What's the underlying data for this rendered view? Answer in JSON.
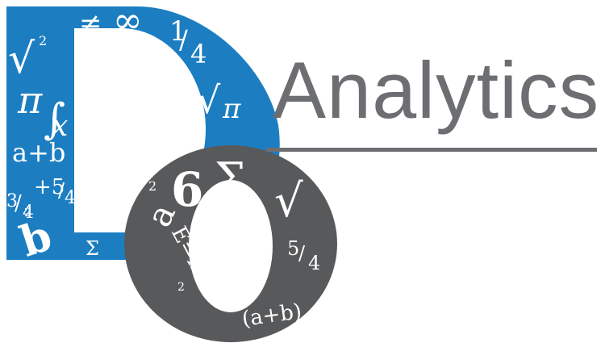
{
  "brand": {
    "wordmark": "Analytics",
    "logo_lettering": {
      "d_letter": "D",
      "o_letter": "O",
      "symbols_on_d": [
        "≠",
        "∞",
        "1/4",
        "√",
        "π",
        "∫x",
        "a+b",
        "3/4+5/4",
        "b²",
        "Σ",
        "²√π"
      ],
      "symbols_on_o": [
        "6",
        "Σ",
        "a²",
        "√",
        "5/4",
        "E=mc²",
        "(a+b)"
      ]
    }
  },
  "colors": {
    "blue": "#1c7ec1",
    "dark_gray": "#58595b",
    "text_gray": "#6d6e71",
    "background": "#ffffff"
  }
}
